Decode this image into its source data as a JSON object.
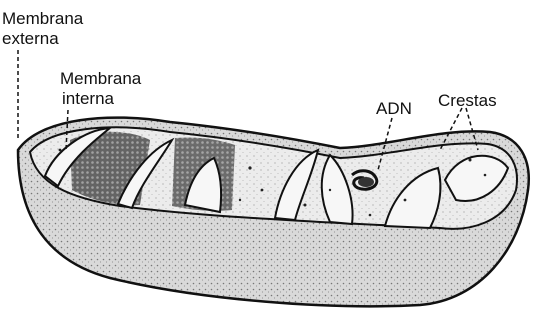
{
  "diagram": {
    "labels": {
      "outer_membrane_line1": "Membrana",
      "outer_membrane_line2": "externa",
      "inner_membrane_line1": "Membrana",
      "inner_membrane_line2": "interna",
      "dna": "ADN",
      "cristae": "Crestas"
    },
    "colors": {
      "ink": "#111111",
      "outer_wall": "#c8c8c8",
      "matrix": "#e6e6e6",
      "dense_region": "#6e6e6e",
      "cristae_fill": "#f7f7f7",
      "background": "#ffffff"
    }
  }
}
